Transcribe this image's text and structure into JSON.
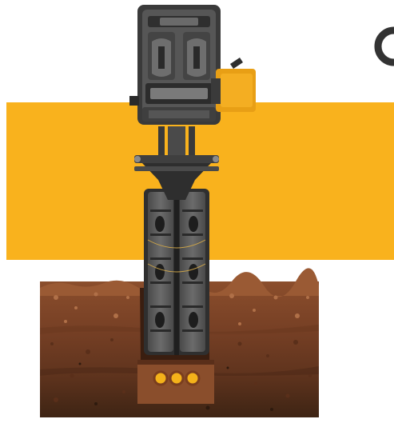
{
  "illustration": {
    "subject": "trencher",
    "parts": [
      "machine-head",
      "yellow-motor",
      "boom-mount",
      "cutting-chain",
      "soil-section",
      "trench",
      "cable-conduits"
    ],
    "colors": {
      "band": "#f9b21d",
      "machine_dark": "#3d3d3d",
      "machine_mid": "#5a5a5a",
      "machine_light": "#8a8a8a",
      "motor": "#f2a81c",
      "soil_top": "#8a4a2a",
      "soil_mid": "#6e3a20",
      "soil_deep": "#4a2a18",
      "conduit_fill": "#f4b21a",
      "conduit_ring": "#7a3e1e"
    },
    "conduit_count": 3
  }
}
